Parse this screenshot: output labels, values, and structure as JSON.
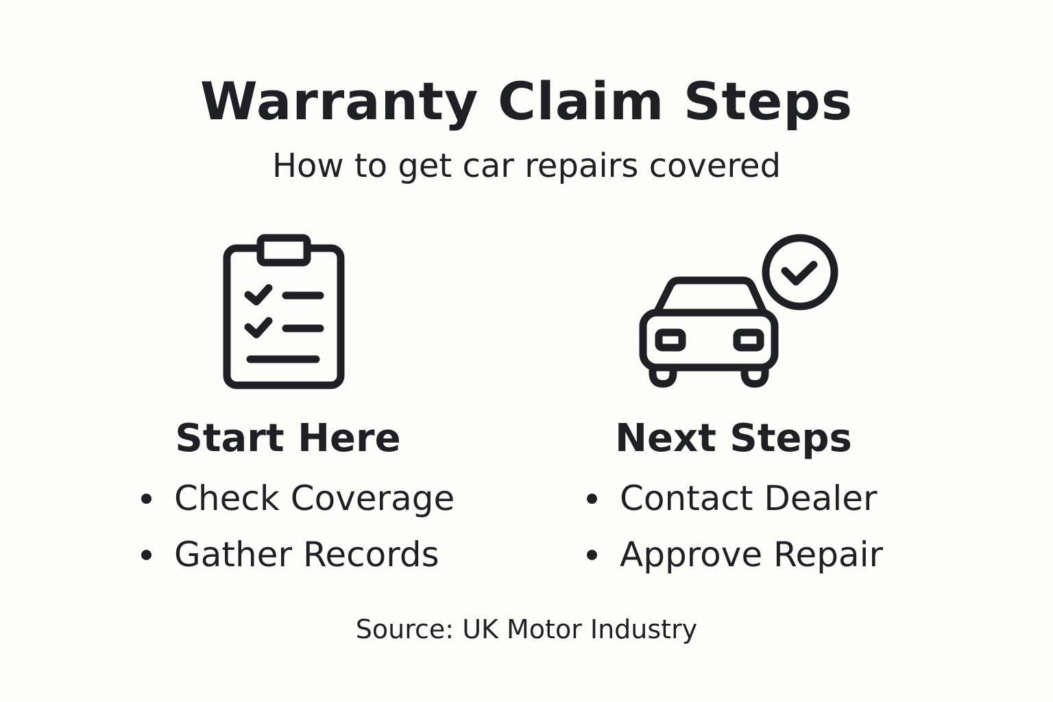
{
  "header": {
    "title": "Warranty Claim Steps",
    "subtitle": "How to get car repairs covered"
  },
  "columns": [
    {
      "icon": "clipboard-checklist-icon",
      "heading": "Start Here",
      "items": [
        "Check Coverage",
        "Gather Records"
      ]
    },
    {
      "icon": "car-approved-icon",
      "heading": "Next Steps",
      "items": [
        "Contact Dealer",
        "Approve Repair"
      ]
    }
  ],
  "footer": {
    "source": "Source: UK Motor Industry"
  },
  "colors": {
    "background": "#fdfdf9",
    "ink": "#1f2025"
  }
}
